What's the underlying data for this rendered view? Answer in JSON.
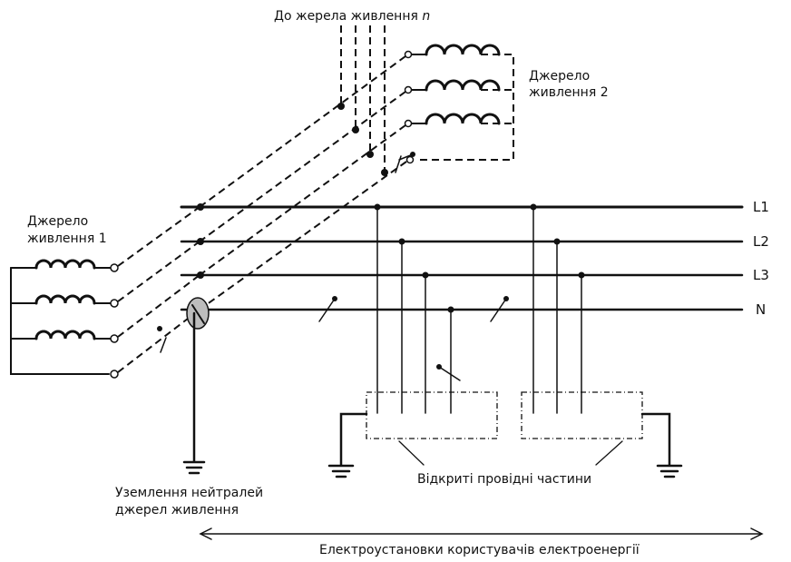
{
  "labels": {
    "source_n": "До жерела живлення",
    "source_n_var": "n",
    "source2_line1": "Джерело",
    "source2_line2": "живлення 2",
    "source1_line1": "Джерело",
    "source1_line2": "живлення 1",
    "earthing_line1": "Уземлення нейтралей",
    "earthing_line2": "джерел живлення",
    "exposed_parts": "Відкриті провідні частини",
    "installations": "Електроустановки користувачів електроенергії"
  },
  "buses": [
    "L1",
    "L2",
    "L3",
    "N"
  ]
}
